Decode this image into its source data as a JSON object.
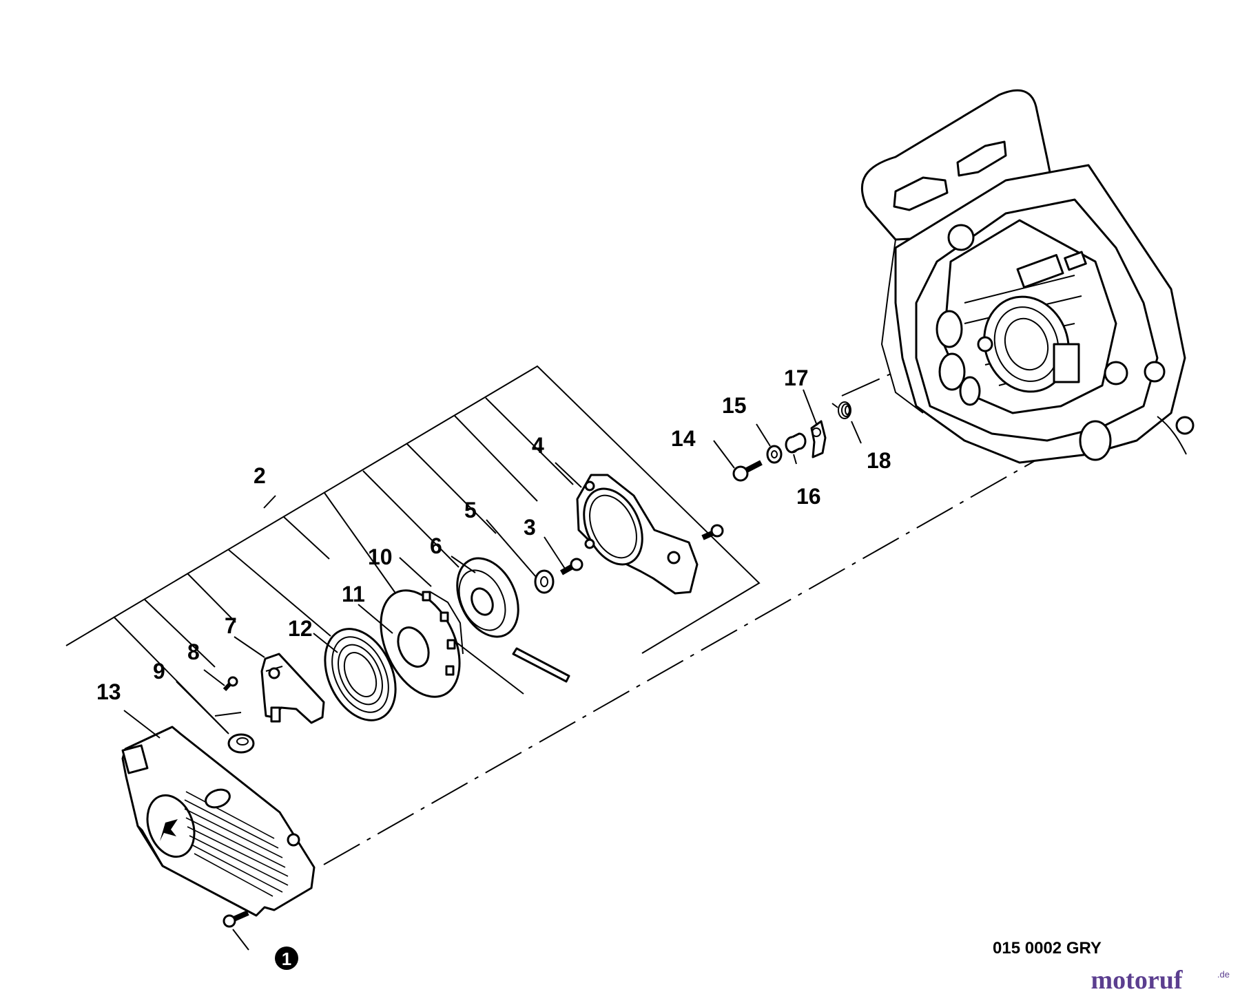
{
  "diagram": {
    "part_labels": [
      "1",
      "2",
      "3",
      "4",
      "5",
      "6",
      "7",
      "8",
      "9",
      "10",
      "11",
      "12",
      "13",
      "14",
      "15",
      "16",
      "17",
      "18"
    ],
    "drawing_code": "015 0002 GRY",
    "watermark": {
      "text": "motoruf",
      "suffix": ".de",
      "color": "#5b3e8f"
    }
  }
}
